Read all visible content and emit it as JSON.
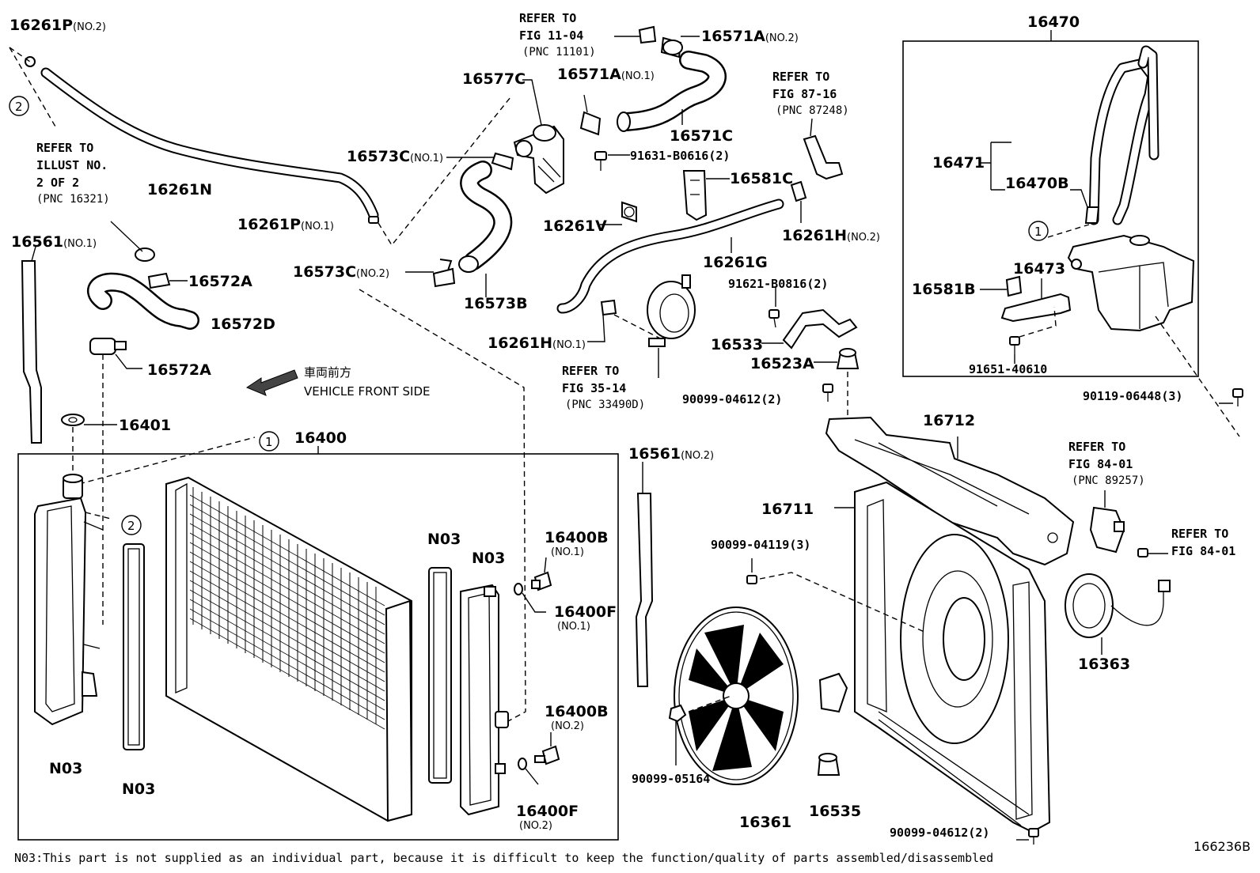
{
  "diagram_id": "166236B",
  "note": "N03:This part is not supplied as an individual part, because it is difficult to keep the function/quality of parts assembled/disassembled",
  "direction": {
    "jp": "車両前方",
    "en": "VEHICLE FRONT SIDE"
  },
  "callouts": {
    "one": "1",
    "two": "2"
  },
  "parts": {
    "p16261P_2": {
      "num": "16261P",
      "sub": "(NO.2)"
    },
    "p16261P_1": {
      "num": "16261P",
      "sub": "(NO.1)"
    },
    "p16261N": {
      "num": "16261N"
    },
    "p16561_1": {
      "num": "16561",
      "sub": "(NO.1)"
    },
    "p16561_2": {
      "num": "16561",
      "sub": "(NO.2)"
    },
    "p16572A_a": {
      "num": "16572A"
    },
    "p16572A_b": {
      "num": "16572A"
    },
    "p16572D": {
      "num": "16572D"
    },
    "p16401": {
      "num": "16401"
    },
    "p16400": {
      "num": "16400"
    },
    "p16577C": {
      "num": "16577C"
    },
    "p16573C_1": {
      "num": "16573C",
      "sub": "(NO.1)"
    },
    "p16573C_2": {
      "num": "16573C",
      "sub": "(NO.2)"
    },
    "p16573B": {
      "num": "16573B"
    },
    "p16571A_2": {
      "num": "16571A",
      "sub": "(NO.2)"
    },
    "p16571A_1": {
      "num": "16571A",
      "sub": "(NO.1)"
    },
    "p16571C": {
      "num": "16571C"
    },
    "p91631": {
      "num": "91631-B0616(2)"
    },
    "p16581C": {
      "num": "16581C"
    },
    "p16261V": {
      "num": "16261V"
    },
    "p16261G": {
      "num": "16261G"
    },
    "p16261H_2": {
      "num": "16261H",
      "sub": "(NO.2)"
    },
    "p16261H_1": {
      "num": "16261H",
      "sub": "(NO.1)"
    },
    "p91621": {
      "num": "91621-B0816(2)"
    },
    "p16533": {
      "num": "16533"
    },
    "p16523A": {
      "num": "16523A"
    },
    "p90099_04612_top": {
      "num": "90099-04612(2)"
    },
    "p90099_04612_bot": {
      "num": "90099-04612(2)"
    },
    "p16470": {
      "num": "16470"
    },
    "p16471": {
      "num": "16471"
    },
    "p16470B": {
      "num": "16470B"
    },
    "p16473": {
      "num": "16473"
    },
    "p16581B": {
      "num": "16581B"
    },
    "p91651": {
      "num": "91651-40610"
    },
    "p90119": {
      "num": "90119-06448(3)"
    },
    "p16712": {
      "num": "16712"
    },
    "p16711": {
      "num": "16711"
    },
    "p90099_04119": {
      "num": "90099-04119(3)"
    },
    "p90099_05164": {
      "num": "90099-05164"
    },
    "p16361": {
      "num": "16361"
    },
    "p16535": {
      "num": "16535"
    },
    "p16363": {
      "num": "16363"
    },
    "p16400B_1": {
      "num": "16400B",
      "sub": "(NO.1)"
    },
    "p16400F_1": {
      "num": "16400F",
      "sub": "(NO.1)"
    },
    "p16400B_2": {
      "num": "16400B",
      "sub": "(NO.2)"
    },
    "p16400F_2": {
      "num": "16400F",
      "sub": "(NO.2)"
    },
    "n03_left": {
      "num": "N03"
    },
    "n03_seal": {
      "num": "N03"
    },
    "n03_mid": {
      "num": "N03"
    },
    "n03_right": {
      "num": "N03"
    }
  },
  "references": {
    "fig_11_04": {
      "l1": "REFER TO",
      "l2": "FIG 11-04",
      "l3": "(PNC 11101)"
    },
    "fig_87_16": {
      "l1": "REFER TO",
      "l2": "FIG 87-16",
      "l3": "(PNC 87248)"
    },
    "illust_no2": {
      "l1": "REFER TO",
      "l2": "ILLUST NO.",
      "l3": "2 OF 2",
      "l4": "(PNC 16321)"
    },
    "fig_35_14": {
      "l1": "REFER TO",
      "l2": "FIG 35-14",
      "l3": "(PNC 33490D)"
    },
    "fig_84_01_a": {
      "l1": "REFER TO",
      "l2": "FIG 84-01",
      "l3": "(PNC 89257)"
    },
    "fig_84_01_b": {
      "l1": "REFER TO",
      "l2": "FIG 84-01"
    }
  }
}
